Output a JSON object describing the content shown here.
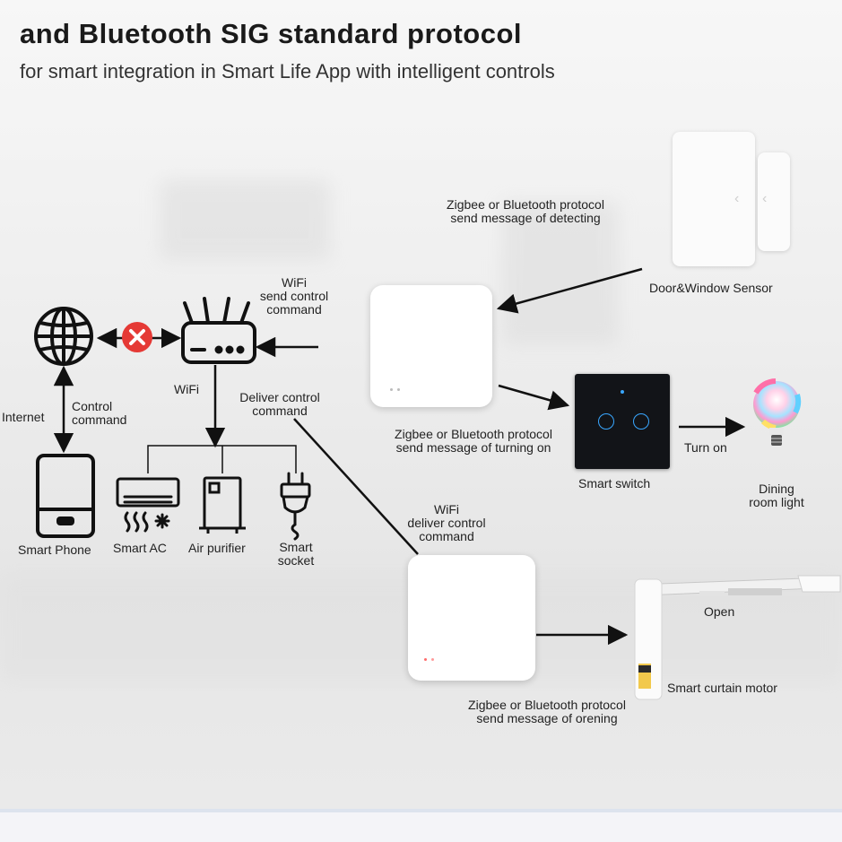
{
  "header": {
    "headline": "and Bluetooth SIG standard protocol",
    "subline": "for smart integration in Smart Life App with intelligent controls"
  },
  "labels": {
    "internet": "Internet",
    "control_command": [
      "Control",
      "command"
    ],
    "wifi_router": "WiFi",
    "wifi_send": [
      "WiFi",
      "send control",
      "command"
    ],
    "deliver_control": [
      "Deliver control",
      "command"
    ],
    "smart_phone": "Smart Phone",
    "smart_ac": "Smart AC",
    "air_purifier": "Air purifier",
    "smart_socket": [
      "Smart",
      "socket"
    ],
    "zigbee_detect": [
      "Zigbee or Bluetooth protocol",
      "send message of detecting"
    ],
    "door_sensor": "Door&Window Sensor",
    "zigbee_turning": [
      "Zigbee or Bluetooth protocol",
      "send message of turning on"
    ],
    "smart_switch": "Smart switch",
    "turn_on": "Turn on",
    "dining_light": [
      "Dining",
      "room light"
    ],
    "wifi_deliver": [
      "WiFi",
      "deliver control",
      "command"
    ],
    "open": "Open",
    "curtain_motor": "Smart curtain motor",
    "zigbee_opening": [
      "Zigbee or Bluetooth protocol",
      "send message of orening"
    ]
  },
  "colors": {
    "blocked": "#e53935",
    "switch_panel": "#121418",
    "switch_ring": "#39a7ff",
    "led_red": "#ff6b6b"
  },
  "icons": [
    "globe-icon",
    "blocked-x-icon",
    "router-icon",
    "smart-phone-icon",
    "air-conditioner-icon",
    "air-purifier-icon",
    "smart-socket-icon",
    "light-bulb-icon",
    "door-window-sensor",
    "curtain-motor"
  ]
}
